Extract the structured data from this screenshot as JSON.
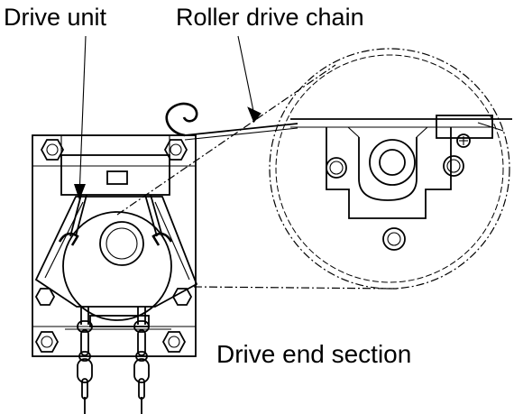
{
  "labels": {
    "drive_unit": "Drive unit",
    "roller_drive_chain": "Roller drive chain",
    "drive_end_section": "Drive end section"
  }
}
